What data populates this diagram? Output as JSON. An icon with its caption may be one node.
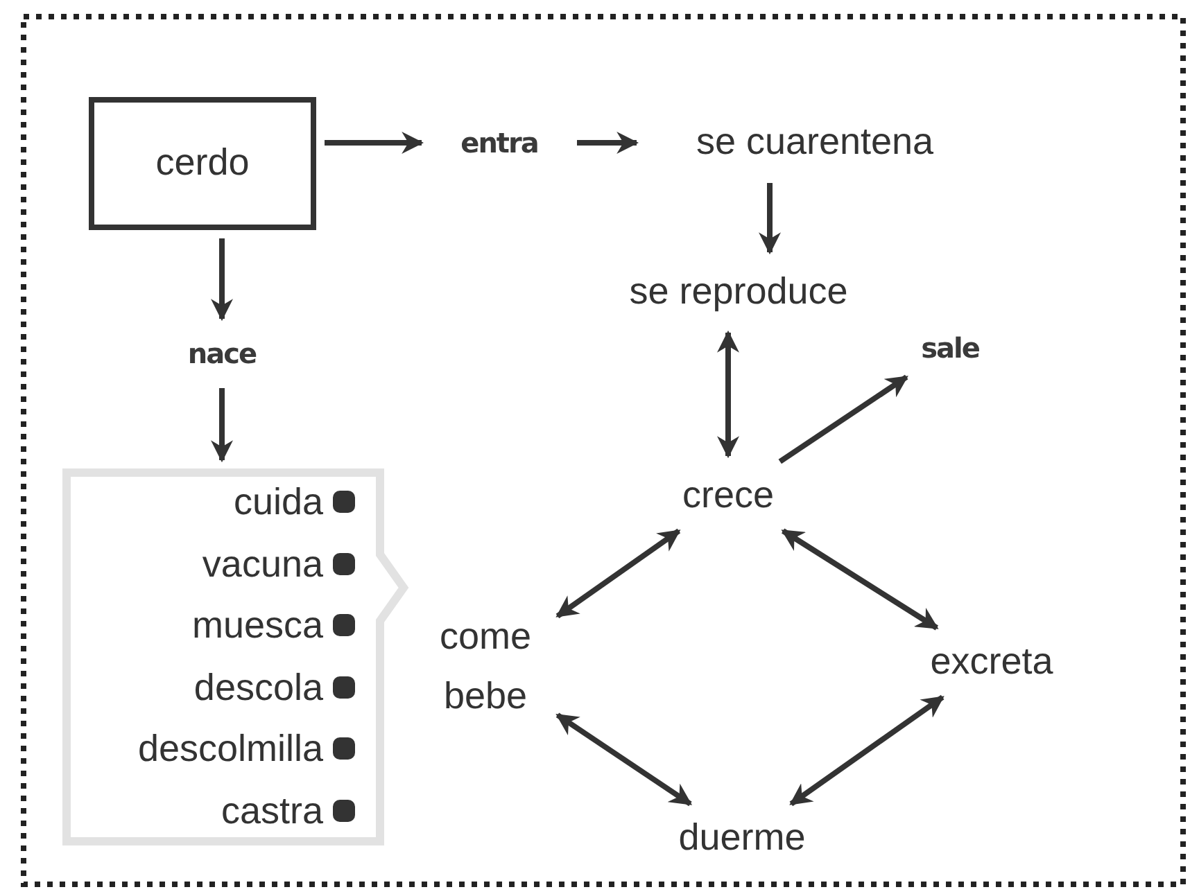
{
  "diagram": {
    "nodes": [
      {
        "text": [
          "cerdo"
        ]
      },
      {
        "text": [
          "entra"
        ]
      },
      {
        "text": [
          "se cuarentena"
        ]
      },
      {
        "text": [
          "se reproduce"
        ]
      },
      {
        "text": [
          "sale"
        ]
      },
      {
        "text": [
          "nace"
        ]
      },
      {
        "text": [
          "cuida",
          "vacuna",
          "muesca",
          "descola",
          "descolmilla",
          "castra"
        ]
      },
      {
        "text": [
          "crece"
        ]
      },
      {
        "text": [
          "come bebe"
        ]
      },
      {
        "text": [
          "excreta"
        ]
      },
      {
        "text": [
          "duerme"
        ]
      }
    ],
    "edges": [
      {
        "from": 0,
        "to": 1,
        "arrow": "to"
      },
      {
        "from": 1,
        "to": 2,
        "arrow": "to"
      },
      {
        "from": 2,
        "to": 3,
        "arrow": "to"
      },
      {
        "from": 0,
        "to": 5,
        "arrow": "to"
      },
      {
        "from": 5,
        "to": 6,
        "arrow": "to"
      },
      {
        "from": 3,
        "to": 7,
        "arrow": "both"
      },
      {
        "from": 7,
        "to": 4,
        "arrow": "to"
      },
      {
        "from": 7,
        "to": 8,
        "arrow": "both"
      },
      {
        "from": 7,
        "to": 9,
        "arrow": "both"
      },
      {
        "from": 8,
        "to": 10,
        "arrow": "both"
      },
      {
        "from": 10,
        "to": 9,
        "arrow": "both"
      }
    ]
  }
}
